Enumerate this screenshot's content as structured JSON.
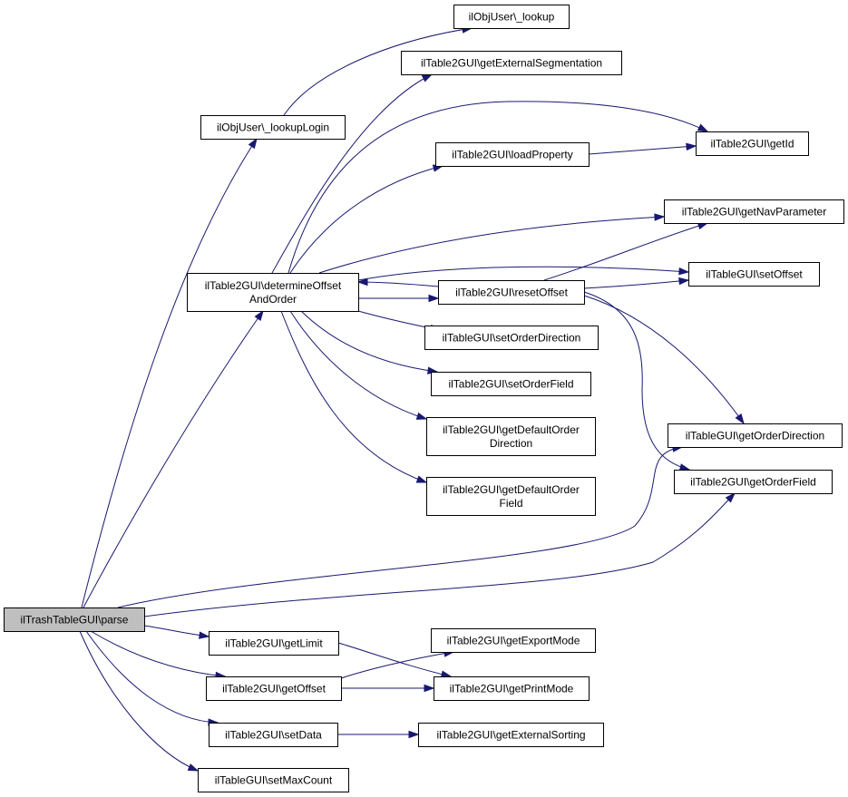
{
  "nodes": {
    "parse": [
      "ilTrashTableGUI\\parse"
    ],
    "lookup": [
      "ilObjUser\\_lookup"
    ],
    "getExternalSegmentation": [
      "ilTable2GUI\\getExternalSegmentation"
    ],
    "lookupLogin": [
      "ilObjUser\\_lookupLogin"
    ],
    "getId": [
      "ilTable2GUI\\getId"
    ],
    "loadProperty": [
      "ilTable2GUI\\loadProperty"
    ],
    "getNavParameter": [
      "ilTable2GUI\\getNavParameter"
    ],
    "determineOffsetAndOrder": [
      "ilTable2GUI\\determineOffset",
      "AndOrder"
    ],
    "setOffset": [
      "ilTableGUI\\setOffset"
    ],
    "resetOffset": [
      "ilTable2GUI\\resetOffset"
    ],
    "setOrderDirection": [
      "ilTableGUI\\setOrderDirection"
    ],
    "setOrderField": [
      "ilTable2GUI\\setOrderField"
    ],
    "getDefaultOrderDirection": [
      "ilTable2GUI\\getDefaultOrder",
      "Direction"
    ],
    "getDefaultOrderField": [
      "ilTable2GUI\\getDefaultOrder",
      "Field"
    ],
    "getOrderDirection": [
      "ilTableGUI\\getOrderDirection"
    ],
    "getOrderField": [
      "ilTable2GUI\\getOrderField"
    ],
    "getLimit": [
      "ilTable2GUI\\getLimit"
    ],
    "getExportMode": [
      "ilTable2GUI\\getExportMode"
    ],
    "getOffset": [
      "ilTable2GUI\\getOffset"
    ],
    "getPrintMode": [
      "ilTable2GUI\\getPrintMode"
    ],
    "setData": [
      "ilTable2GUI\\setData"
    ],
    "getExternalSorting": [
      "ilTable2GUI\\getExternalSorting"
    ],
    "setMaxCount": [
      "ilTableGUI\\setMaxCount"
    ]
  },
  "edges": [
    [
      "parse",
      "lookupLogin"
    ],
    [
      "parse",
      "determineOffsetAndOrder"
    ],
    [
      "parse",
      "getOrderDirection"
    ],
    [
      "parse",
      "getOrderField"
    ],
    [
      "parse",
      "getLimit"
    ],
    [
      "parse",
      "getOffset"
    ],
    [
      "parse",
      "setData"
    ],
    [
      "parse",
      "setMaxCount"
    ],
    [
      "lookupLogin",
      "lookup"
    ],
    [
      "determineOffsetAndOrder",
      "getExternalSegmentation"
    ],
    [
      "determineOffsetAndOrder",
      "getId"
    ],
    [
      "determineOffsetAndOrder",
      "loadProperty"
    ],
    [
      "determineOffsetAndOrder",
      "getNavParameter"
    ],
    [
      "determineOffsetAndOrder",
      "setOffset"
    ],
    [
      "determineOffsetAndOrder",
      "resetOffset"
    ],
    [
      "determineOffsetAndOrder",
      "setOrderDirection"
    ],
    [
      "determineOffsetAndOrder",
      "setOrderField"
    ],
    [
      "determineOffsetAndOrder",
      "getDefaultOrderDirection"
    ],
    [
      "determineOffsetAndOrder",
      "getDefaultOrderField"
    ],
    [
      "loadProperty",
      "getId"
    ],
    [
      "resetOffset",
      "determineOffsetAndOrder"
    ],
    [
      "resetOffset",
      "getNavParameter"
    ],
    [
      "resetOffset",
      "setOffset"
    ],
    [
      "resetOffset",
      "getOrderDirection"
    ],
    [
      "resetOffset",
      "getOrderField"
    ],
    [
      "getLimit",
      "getPrintMode"
    ],
    [
      "getOffset",
      "getExportMode"
    ],
    [
      "getOffset",
      "getPrintMode"
    ],
    [
      "setData",
      "getExternalSorting"
    ]
  ],
  "colors": {
    "edge": "#191970",
    "root_fill": "#bfbfbf"
  }
}
